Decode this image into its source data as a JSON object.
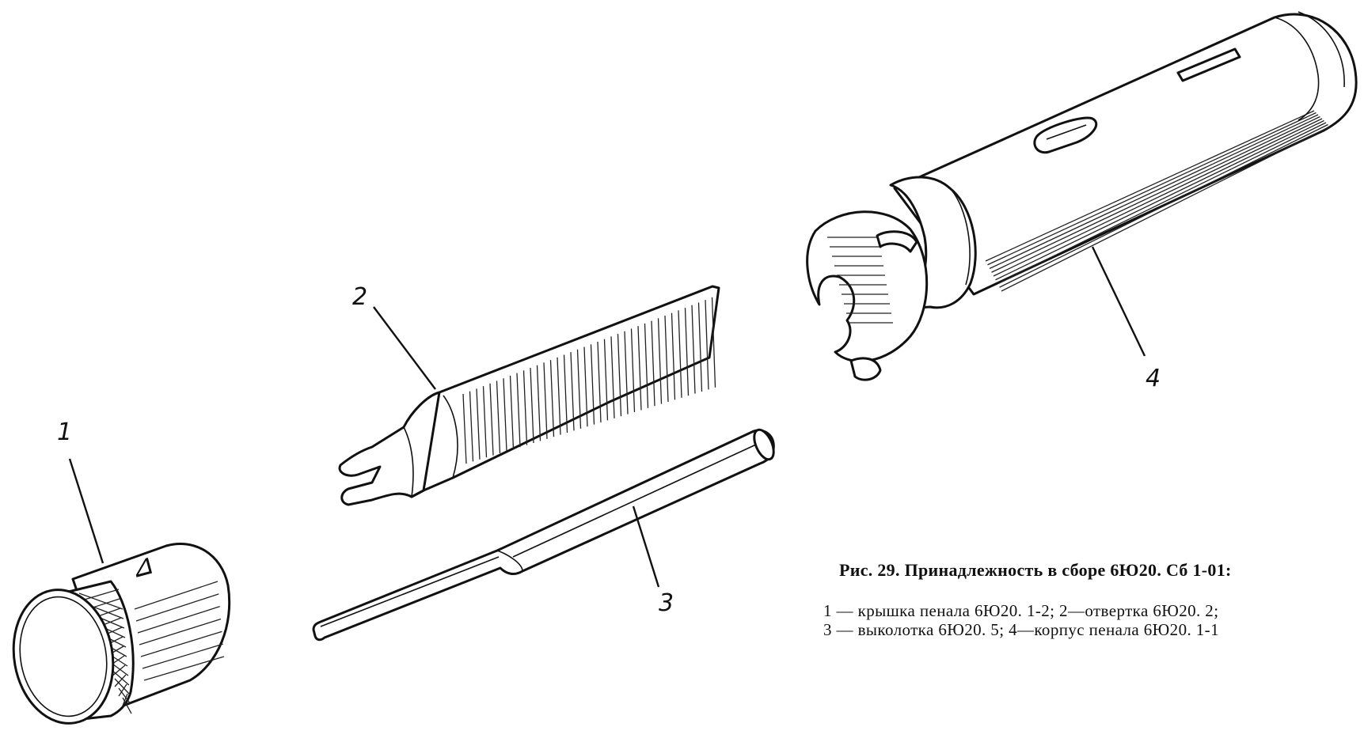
{
  "callouts": {
    "c1": "1",
    "c2": "2",
    "c3": "3",
    "c4": "4"
  },
  "caption": {
    "title": "Рис. 29. Принадлежность в сборе 6Ю20. Сб 1-01:",
    "line1": "1 — крышка пенала 6Ю20. 1-2; 2—отвертка 6Ю20. 2;",
    "line2": "3 — выколотка 6Ю20. 5; 4—корпус пенала 6Ю20. 1-1"
  },
  "cap_marking": "⊿"
}
